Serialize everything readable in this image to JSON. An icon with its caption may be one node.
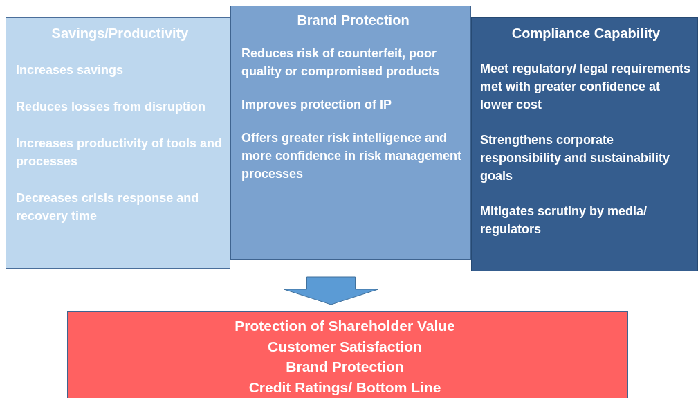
{
  "diagram": {
    "nodes": [
      {
        "text": [
          "Savings/Productivity",
          "Increases savings",
          "Reduces losses from disruption",
          "Increases productivity of tools and processes",
          "Decreases crisis response and recovery time"
        ]
      },
      {
        "text": [
          "Brand Protection",
          "Reduces risk of counterfeit, poor quality or compromised products",
          "Improves protection of IP",
          "Offers greater risk intelligence and more confidence in risk management processes"
        ]
      },
      {
        "text": [
          "Compliance Capability",
          "Meet regulatory/ legal requirements met with greater confidence at lower cost",
          "Strengthens corporate responsibility and sustainability goals",
          "Mitigates scrutiny by media/ regulators"
        ]
      },
      {
        "text": [
          "Protection of Shareholder Value",
          "Customer Satisfaction",
          "Brand Protection",
          "Credit Ratings/ Bottom Line"
        ]
      }
    ],
    "edges": [
      {
        "from": null,
        "to": 3,
        "arrow": "to",
        "color": "#5b9bd5"
      }
    ]
  }
}
